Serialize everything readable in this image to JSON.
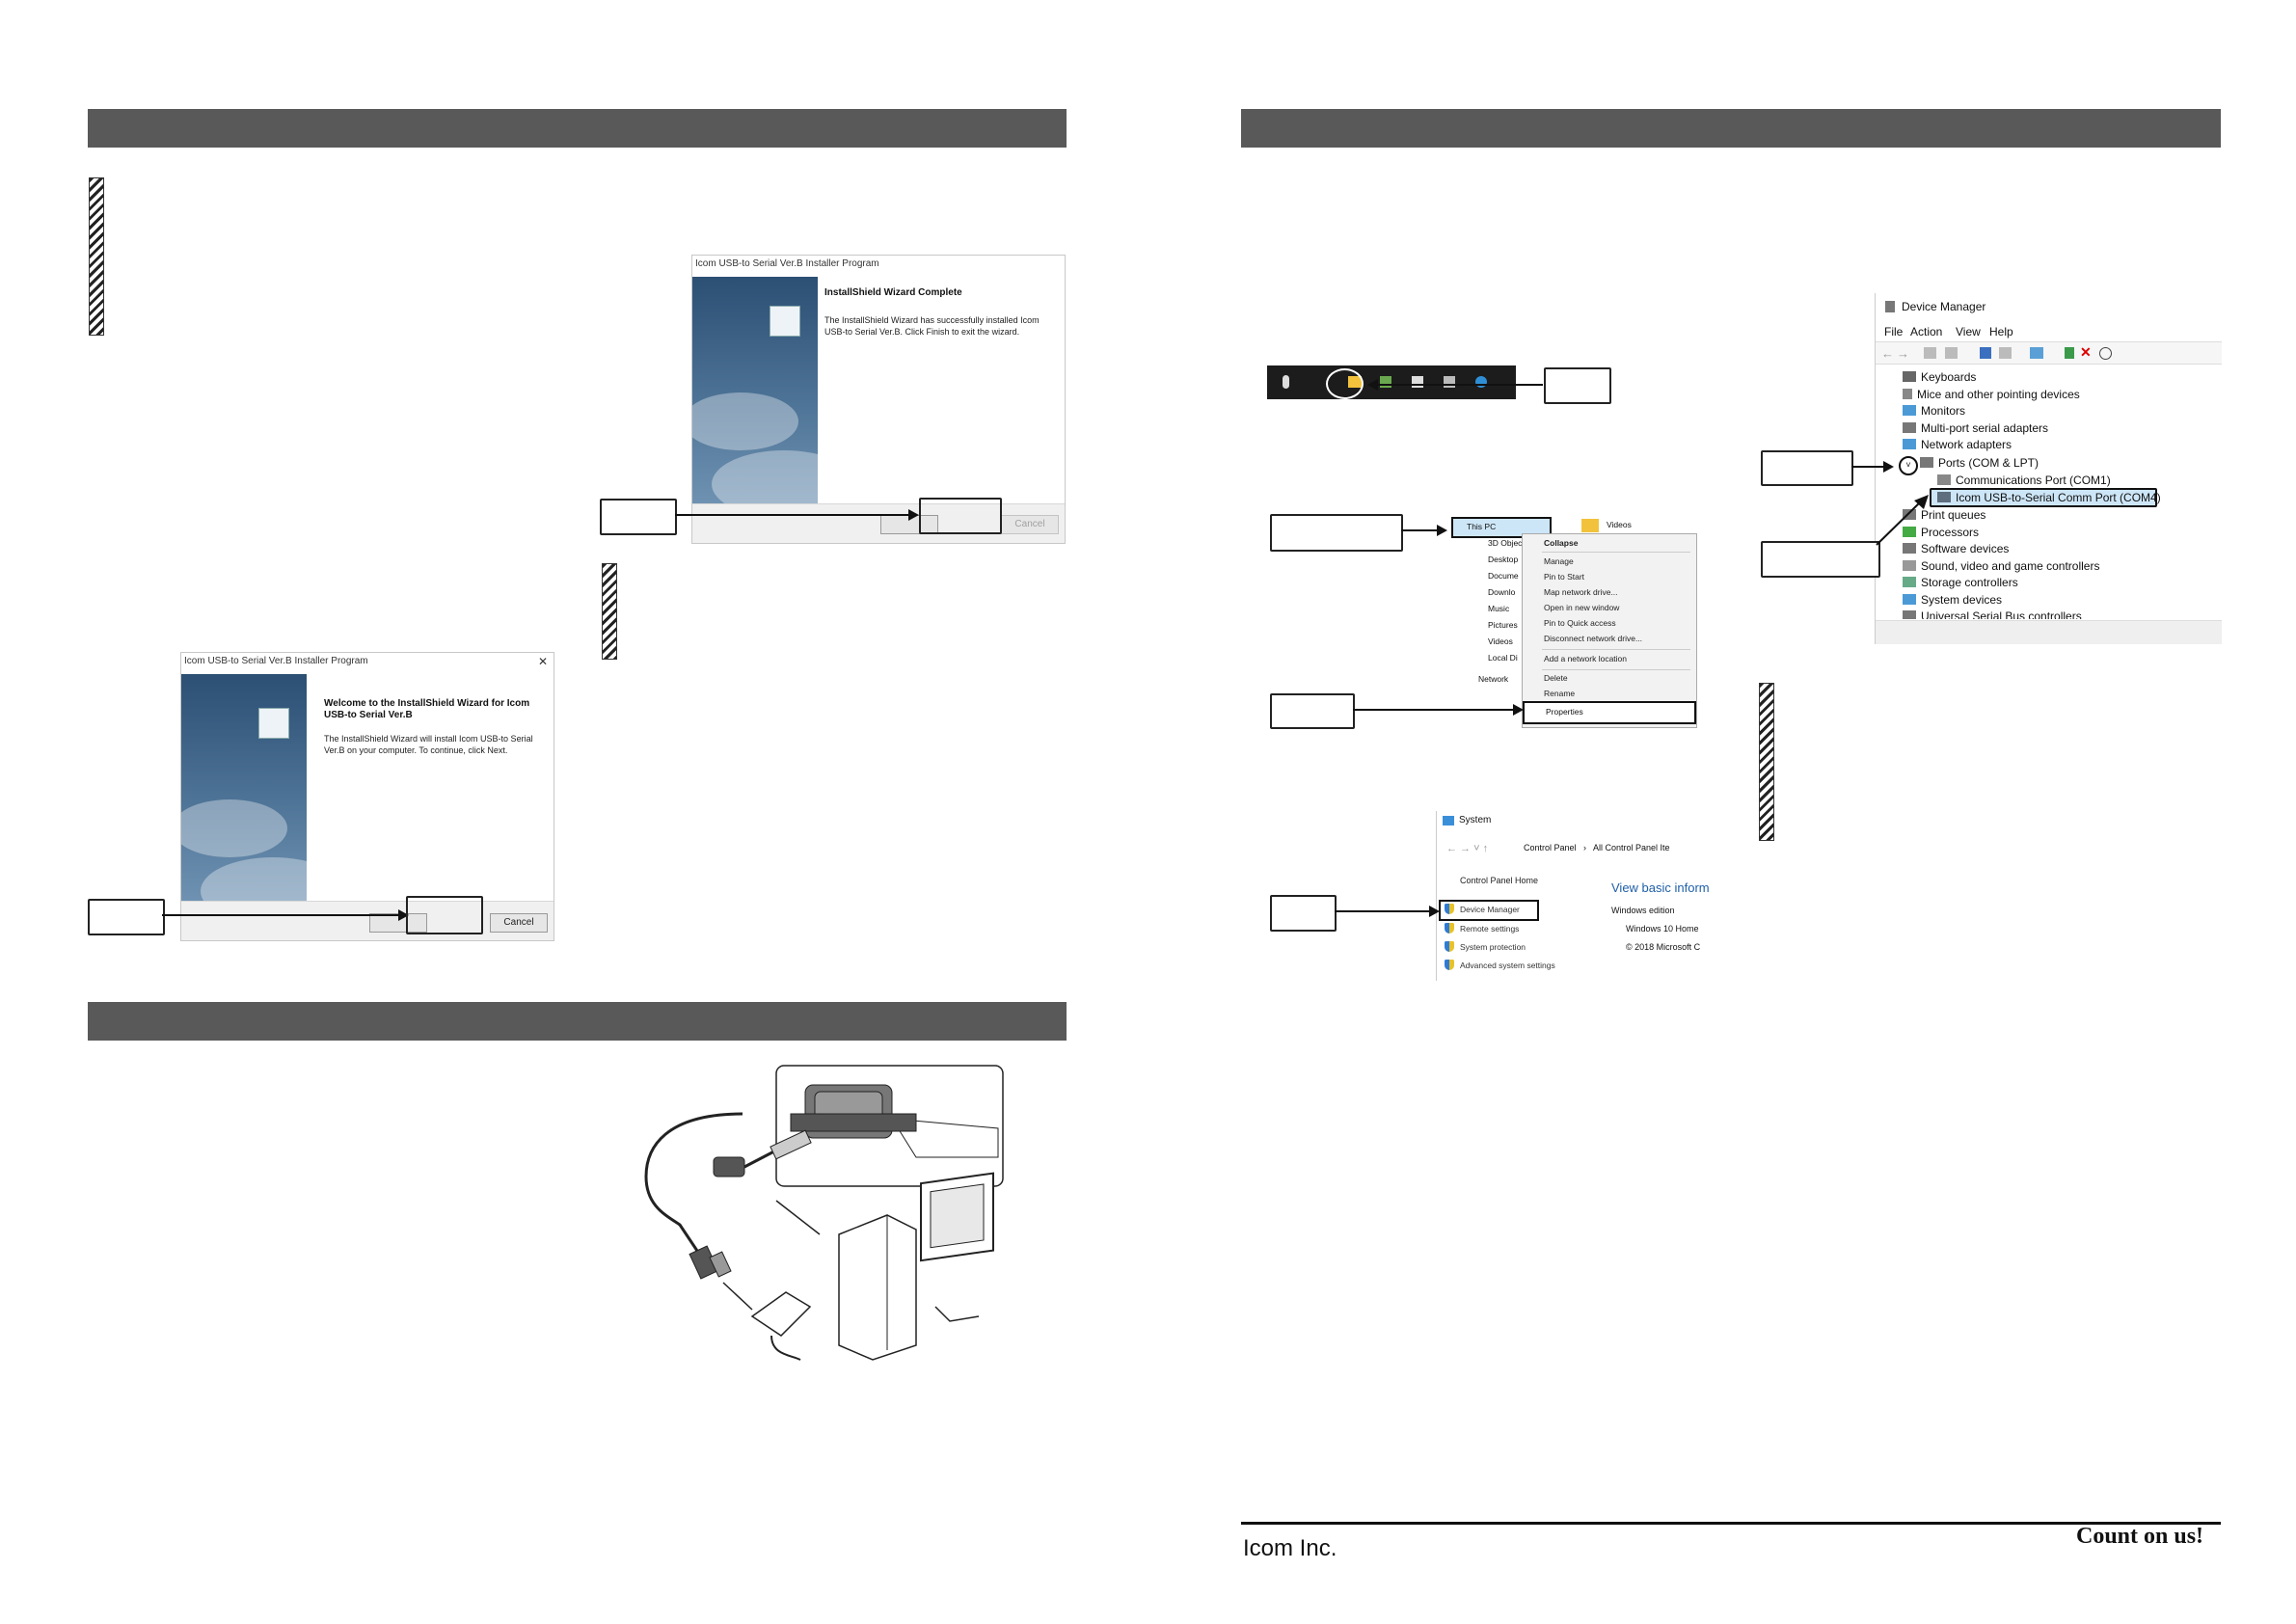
{
  "welcome_wizard": {
    "window_title": "Icom USB-to Serial Ver.B Installer Program",
    "close_glyph": "✕",
    "heading": "Welcome to the InstallShield Wizard for Icom USB-to Serial Ver.B",
    "body": "The InstallShield Wizard will install Icom USB-to Serial Ver.B on your computer.  To continue, click Next.",
    "cancel_label": "Cancel"
  },
  "complete_wizard": {
    "window_title": "Icom USB-to Serial Ver.B Installer Program",
    "heading": "InstallShield Wizard Complete",
    "body": "The InstallShield Wizard has successfully installed Icom USB-to Serial Ver.B.  Click Finish to exit the wizard.",
    "cancel_label": "Cancel"
  },
  "context_menu": {
    "tree": [
      "This PC",
      "3D Objec",
      "Desktop",
      "Docume",
      "Downlo",
      "Music",
      "Pictures",
      "Videos",
      "Local Di",
      "Network"
    ],
    "folder_label": "Videos",
    "items": [
      "Collapse",
      "Manage",
      "Pin to Start",
      "Map network drive...",
      "Open in new window",
      "Pin to Quick access",
      "Disconnect network drive...",
      "Add a network location",
      "Delete",
      "Rename",
      "Properties"
    ]
  },
  "system_window": {
    "title": "System",
    "breadcrumb": [
      "Control Panel",
      "All Control Panel Ite"
    ],
    "home_link": "Control Panel Home",
    "links": [
      "Device Manager",
      "Remote settings",
      "System protection",
      "Advanced system settings"
    ],
    "heading": "View basic inform",
    "edition_label": "Windows edition",
    "edition_value": "Windows 10 Home",
    "copyright": "© 2018 Microsoft C"
  },
  "device_manager": {
    "title": "Device Manager",
    "menu": [
      "File",
      "Action",
      "View",
      "Help"
    ],
    "tree": [
      "Keyboards",
      "Mice and other pointing devices",
      "Monitors",
      "Multi-port serial adapters",
      "Network adapters",
      "Ports (COM & LPT)",
      "Communications Port (COM1)",
      "Icom USB-to-Serial Comm Port (COM4)",
      "Print queues",
      "Processors",
      "Software devices",
      "Sound, video and game controllers",
      "Storage controllers",
      "System devices",
      "Universal Serial Bus controllers"
    ]
  },
  "footer": {
    "company": "Icom Inc.",
    "slogan": "Count on us!"
  }
}
